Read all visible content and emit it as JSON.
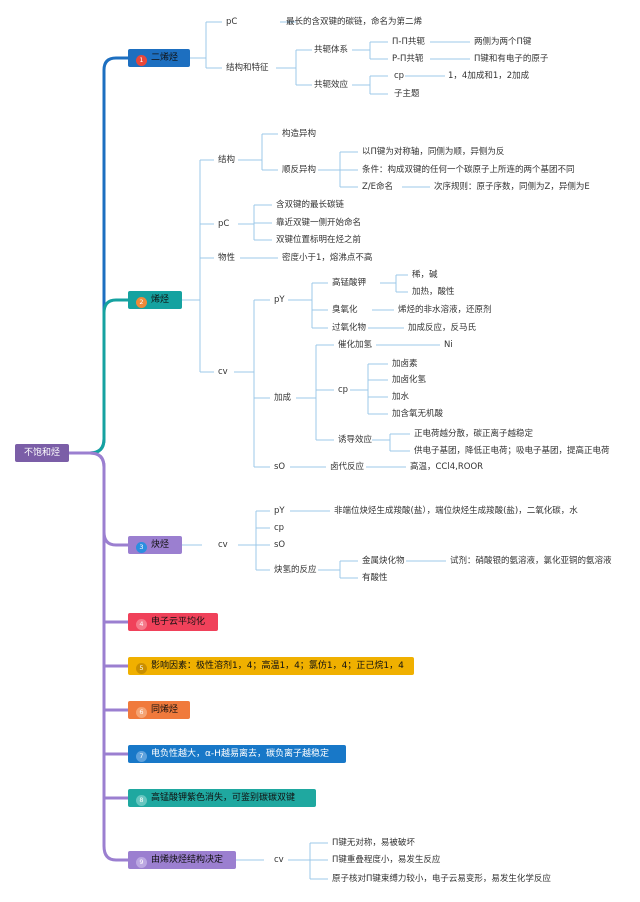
{
  "root": "不饱和烃",
  "colors": {
    "alkene_short": "#1d6fc0",
    "alkene": "#15a2a0",
    "alkyne": "#9b7fd0",
    "electron": "#f0415a",
    "factor": "#f0b000",
    "homolog": "#f07a3c",
    "electroneg": "#1878c8",
    "kmno4": "#1fa8a0",
    "structure": "#9b7fd0"
  },
  "branches": {
    "b1": {
      "label": "二烯烃",
      "num": "1",
      "icon": "red-circle-icon",
      "pc": "pC",
      "pc_text": "最长的含双键的碳链，命名为第二烯",
      "struct": "结构和特征",
      "conj": "共轭体系",
      "pipi": "Π-Π共轭",
      "pipi_text": "两侧为两个Π键",
      "ppi": "P-Π共轭",
      "ppi_text": "Π键和有电子的原子",
      "effect": "共轭效应",
      "cp": "cp",
      "cp_text": "1，4加成和1，2加成",
      "subtopic": "子主题"
    },
    "b2": {
      "label": "烯烃",
      "num": "2",
      "icon": "orange-circle-icon",
      "struct": "结构",
      "isomer": "构造异构",
      "cistrans": "顺反异构",
      "ct1": "以Π键为对称轴，同侧为顺，异侧为反",
      "ct2": "条件：构成双键的任何一个碳原子上所连的两个基团不同",
      "ze": "Z/E命名",
      "ze_text": "次序规则：原子序数，同侧为Z，异侧为E",
      "pc": "pC",
      "pc1": "含双键的最长碳链",
      "pc2": "靠近双键一侧开始命名",
      "pc3": "双键位置标明在烃之前",
      "phys": "物性",
      "phys_text": "密度小于1，熔沸点不高",
      "cv": "cv",
      "py": "pY",
      "kmno4": "高锰酸钾",
      "kmno4_a": "稀，碱",
      "kmno4_b": "加热，酸性",
      "ozone": "臭氧化",
      "ozone_text": "烯烃的非水溶液，还原剂",
      "perox": "过氧化物",
      "perox_text": "加成反应，反马氏",
      "addition": "加成",
      "cat": "催化加氢",
      "ni": "Ni",
      "cp": "cp",
      "add1": "加卤素",
      "add2": "加卤化氢",
      "add3": "加水",
      "add4": "加含氧无机酸",
      "induct": "诱导效应",
      "ind1": "正电荷越分散，碳正离子越稳定",
      "ind2": "供电子基团，降低正电荷；吸电子基团，提高正电荷",
      "so": "sO",
      "subst": "卤代反应",
      "subst_text": "高温，CCl4,ROOR"
    },
    "b3": {
      "label": "炔烃",
      "num": "3",
      "icon": "blue-circle-icon",
      "cv": "cv",
      "py": "pY",
      "py_text": "非端位炔烃生成羧酸(盐），端位炔烃生成羧酸(盐)，二氧化碳，水",
      "cp": "cp",
      "so": "sO",
      "hyd": "炔氢的反应",
      "metal": "金属炔化物",
      "metal_text": "试剂：硝酸银的氨溶液，氯化亚铜的氨溶液",
      "acid": "有酸性"
    },
    "b4": {
      "label": "电子云平均化",
      "num": "4"
    },
    "b5": {
      "label": "影响因素：极性溶剂1，4；高温1，4；氯仿1，4；正己烷1，4",
      "num": "5"
    },
    "b6": {
      "label": "同烯烃",
      "num": "6"
    },
    "b7": {
      "label": "电负性越大，α-H越易离去，碳负离子越稳定",
      "num": "7"
    },
    "b8": {
      "label": "高锰酸钾紫色消失，可鉴别碳碳双键",
      "num": "8"
    },
    "b9": {
      "label": "由烯炔烃结构决定",
      "num": "9",
      "cv": "cv",
      "t1": "Π键无对称，易被破坏",
      "t2": "Π键重叠程度小，易发生反应",
      "t3": "原子核对Π键束缚力较小，电子云易变形，易发生化学反应"
    }
  }
}
